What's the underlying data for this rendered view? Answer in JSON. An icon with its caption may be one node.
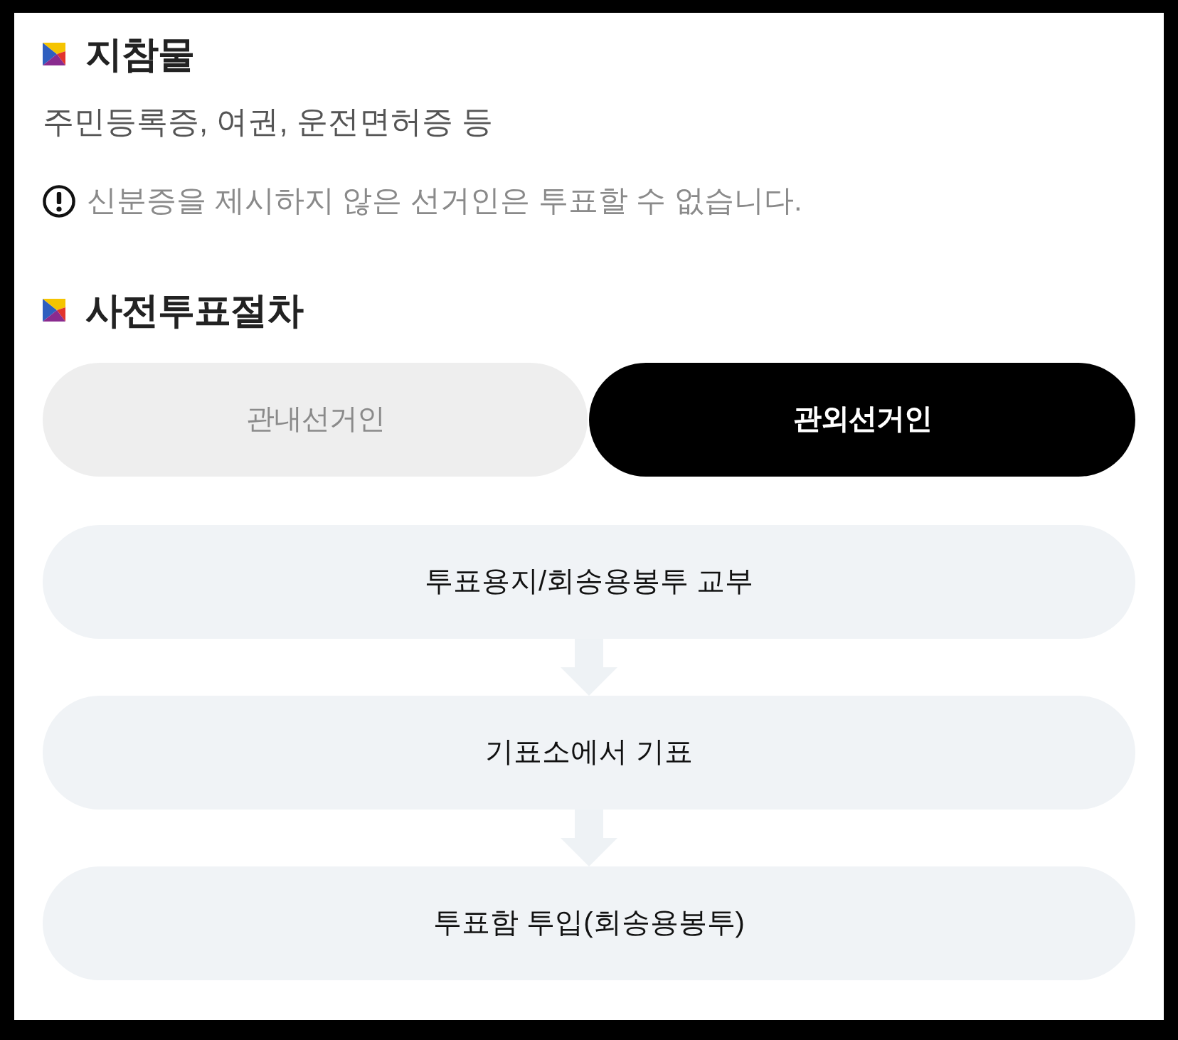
{
  "diagram": {
    "nodes": [
      {
        "text": [
          "관내선거인"
        ]
      },
      {
        "text": [
          "관외선거인"
        ]
      },
      {
        "text": [
          "투표용지/회송용봉투 교부"
        ]
      },
      {
        "text": [
          "기표소에서 기표"
        ]
      },
      {
        "text": [
          "투표함 투입(회송용봉투)"
        ]
      }
    ],
    "edges": [
      {
        "from": 2,
        "to": 3,
        "arrow": "to"
      },
      {
        "from": 3,
        "to": 4,
        "arrow": "to"
      }
    ],
    "labels": [
      "지참물",
      "주민등록증, 여권, 운전면허증 등",
      "신분증을 제시하지 않은 선거인은 투표할 수 없습니다.",
      "사전투표절차"
    ]
  }
}
